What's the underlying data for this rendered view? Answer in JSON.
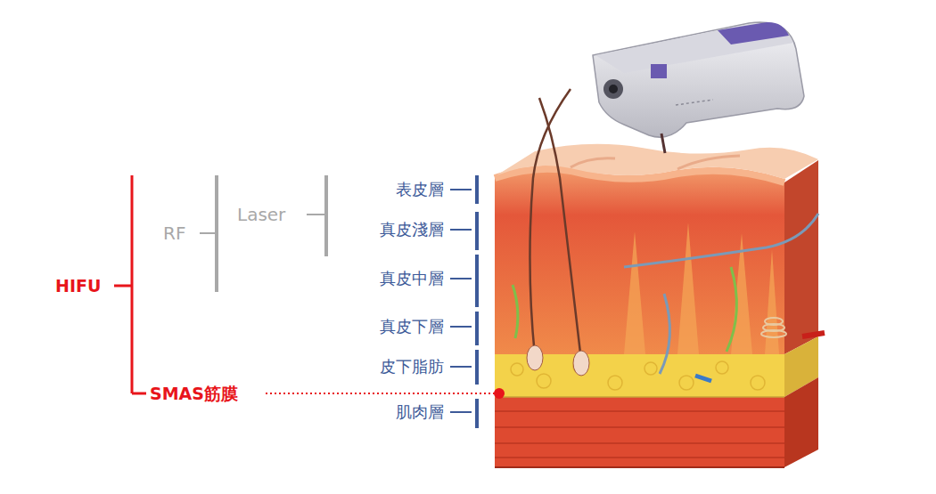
{
  "diagram": {
    "labels": [
      "HIFU",
      "RF",
      "Laser",
      "表皮層",
      "真皮淺層",
      "真皮中層",
      "真皮下層",
      "皮下脂肪",
      "SMAS筋膜",
      "肌肉層"
    ]
  }
}
